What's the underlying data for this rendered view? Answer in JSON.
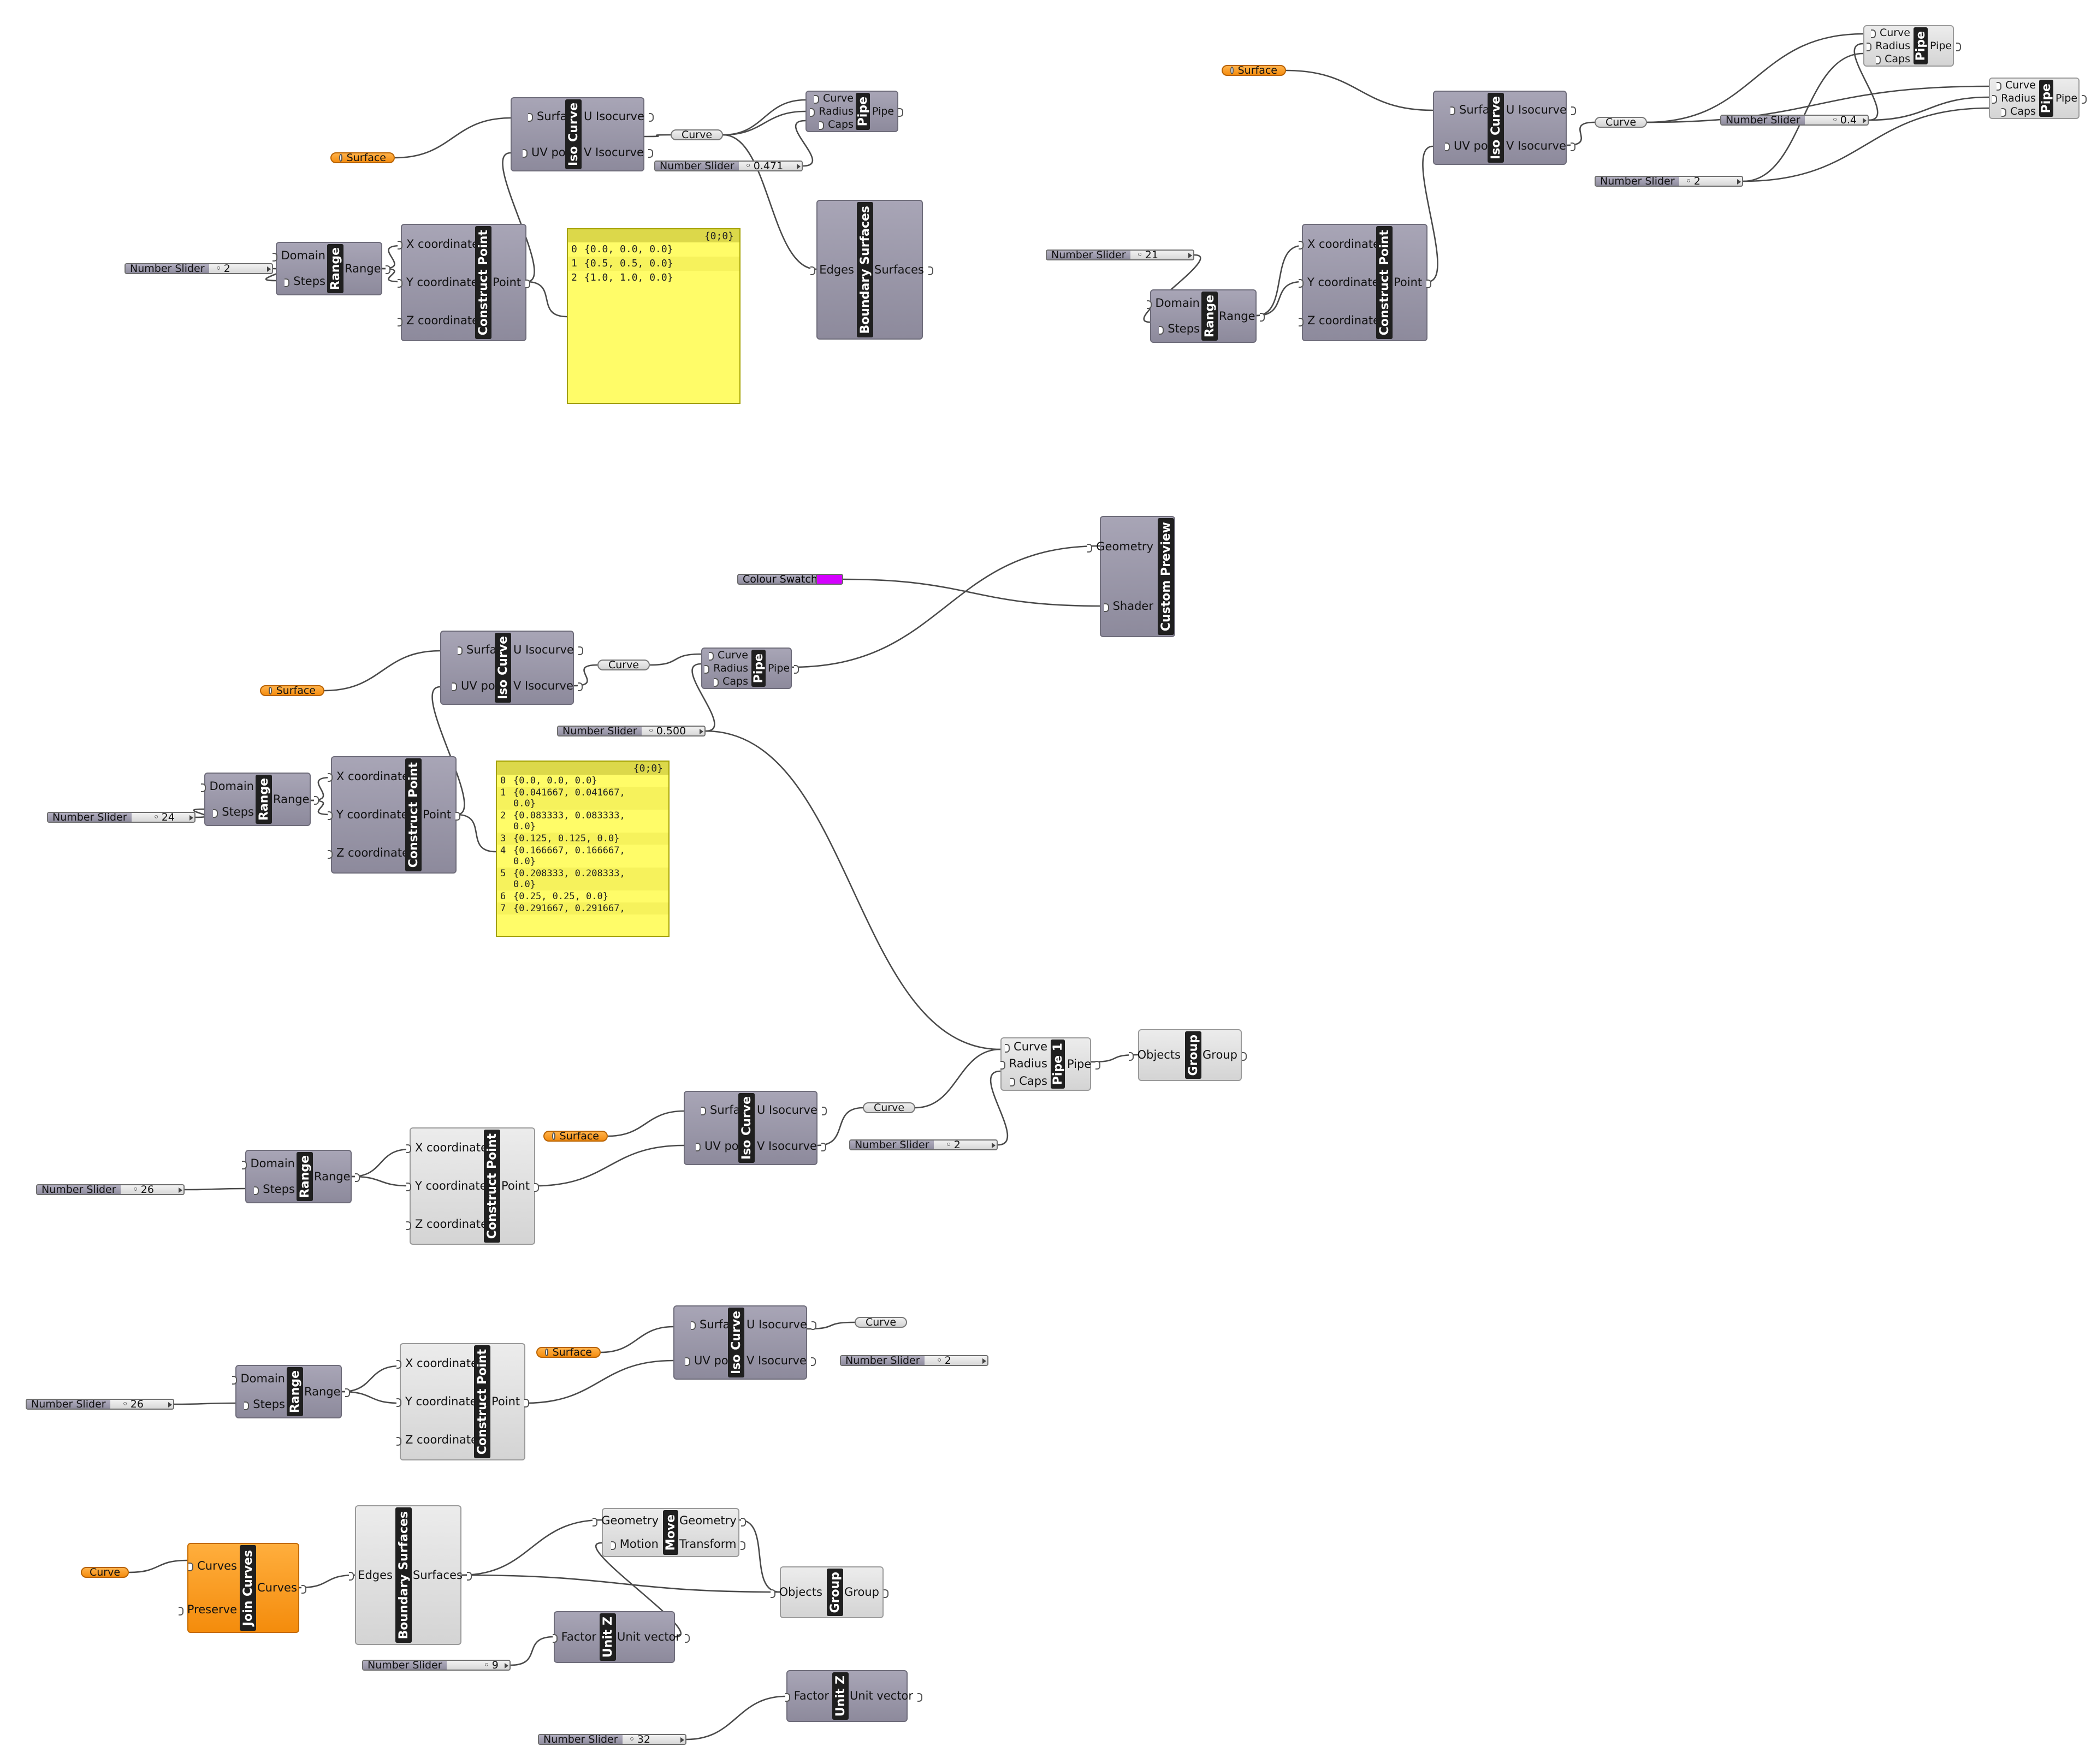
{
  "canvas": {
    "labels": {
      "surface": "Surface",
      "curve": "Curve",
      "number_slider": "Number Slider",
      "colour_swatch": "Colour Swatch"
    },
    "components": [
      {
        "title": "Iso Curve",
        "inputs": [
          "Surface",
          "UV point"
        ],
        "outputs": [
          "U Isocurve",
          "V Isocurve"
        ]
      },
      {
        "title": "Pipe",
        "inputs": [
          "Curve",
          "Radius",
          "Caps"
        ],
        "outputs": [
          "Pipe"
        ]
      },
      {
        "title": "Range",
        "inputs": [
          "Domain",
          "Steps"
        ],
        "outputs": [
          "Range"
        ]
      },
      {
        "title": "Construct Point",
        "inputs": [
          "X coordinate",
          "Y coordinate",
          "Z coordinate"
        ],
        "outputs": [
          "Point"
        ]
      },
      {
        "title": "Boundary Surfaces",
        "inputs": [
          "Edges"
        ],
        "outputs": [
          "Surfaces"
        ]
      },
      {
        "title": "Iso Curve",
        "inputs": [
          "Surface",
          "UV point"
        ],
        "outputs": [
          "U Isocurve",
          "V Isocurve"
        ]
      },
      {
        "title": "Pipe",
        "inputs": [
          "Curve",
          "Radius",
          "Caps"
        ],
        "outputs": [
          "Pipe"
        ]
      },
      {
        "title": "Pipe",
        "inputs": [
          "Curve",
          "Radius",
          "Caps"
        ],
        "outputs": [
          "Pipe"
        ]
      },
      {
        "title": "Range",
        "inputs": [
          "Domain",
          "Steps"
        ],
        "outputs": [
          "Range"
        ]
      },
      {
        "title": "Construct Point",
        "inputs": [
          "X coordinate",
          "Y coordinate",
          "Z coordinate"
        ],
        "outputs": [
          "Point"
        ]
      },
      {
        "title": "Custom Preview",
        "inputs": [
          "Geometry",
          "Shader"
        ],
        "outputs": []
      },
      {
        "title": "Iso Curve",
        "inputs": [
          "Surface",
          "UV point"
        ],
        "outputs": [
          "U Isocurve",
          "V Isocurve"
        ]
      },
      {
        "title": "Pipe",
        "inputs": [
          "Curve",
          "Radius",
          "Caps"
        ],
        "outputs": [
          "Pipe"
        ]
      },
      {
        "title": "Range",
        "inputs": [
          "Domain",
          "Steps"
        ],
        "outputs": [
          "Range"
        ]
      },
      {
        "title": "Construct Point",
        "inputs": [
          "X coordinate",
          "Y coordinate",
          "Z coordinate"
        ],
        "outputs": [
          "Point"
        ]
      },
      {
        "title": "Pipe 1",
        "inputs": [
          "Curve",
          "Radius",
          "Caps"
        ],
        "outputs": [
          "Pipe"
        ]
      },
      {
        "title": "Group",
        "inputs": [
          "Objects"
        ],
        "outputs": [
          "Group"
        ]
      },
      {
        "title": "Range",
        "inputs": [
          "Domain",
          "Steps"
        ],
        "outputs": [
          "Range"
        ]
      },
      {
        "title": "Construct Point",
        "inputs": [
          "X coordinate",
          "Y coordinate",
          "Z coordinate"
        ],
        "outputs": [
          "Point"
        ]
      },
      {
        "title": "Iso Curve",
        "inputs": [
          "Surface",
          "UV point"
        ],
        "outputs": [
          "U Isocurve",
          "V Isocurve"
        ]
      },
      {
        "title": "Range",
        "inputs": [
          "Domain",
          "Steps"
        ],
        "outputs": [
          "Range"
        ]
      },
      {
        "title": "Construct Point",
        "inputs": [
          "X coordinate",
          "Y coordinate",
          "Z coordinate"
        ],
        "outputs": [
          "Point"
        ]
      },
      {
        "title": "Iso Curve",
        "inputs": [
          "Surface",
          "UV point"
        ],
        "outputs": [
          "U Isocurve",
          "V Isocurve"
        ]
      },
      {
        "title": "Join Curves",
        "inputs": [
          "Curves",
          "Preserve"
        ],
        "outputs": [
          "Curves"
        ]
      },
      {
        "title": "Boundary Surfaces",
        "inputs": [
          "Edges"
        ],
        "outputs": [
          "Surfaces"
        ]
      },
      {
        "title": "Move",
        "inputs": [
          "Geometry",
          "Motion"
        ],
        "outputs": [
          "Geometry",
          "Transform"
        ]
      },
      {
        "title": "Group",
        "inputs": [
          "Objects"
        ],
        "outputs": [
          "Group"
        ]
      },
      {
        "title": "Unit Z",
        "inputs": [
          "Factor"
        ],
        "outputs": [
          "Unit vector"
        ]
      },
      {
        "title": "Unit Z",
        "inputs": [
          "Factor"
        ],
        "outputs": [
          "Unit vector"
        ]
      }
    ],
    "sliders": [
      "2",
      "0.471",
      "21",
      "0.4",
      "2",
      "0.500",
      "24",
      "26",
      "2",
      "26",
      "2",
      "9",
      "32"
    ],
    "panels": [
      {
        "header": "{0;0}",
        "rows": [
          {
            "i": "0",
            "t": "{0.0, 0.0, 0.0}"
          },
          {
            "i": "1",
            "t": "{0.5, 0.5, 0.0}"
          },
          {
            "i": "2",
            "t": "{1.0, 1.0, 0.0}"
          }
        ]
      },
      {
        "header": "{0;0}",
        "rows": [
          {
            "i": "0",
            "t": "{0.0, 0.0, 0.0}"
          },
          {
            "i": "1",
            "t": "{0.041667, 0.041667,\n0.0}"
          },
          {
            "i": "2",
            "t": "{0.083333, 0.083333,\n0.0}"
          },
          {
            "i": "3",
            "t": "{0.125, 0.125, 0.0}"
          },
          {
            "i": "4",
            "t": "{0.166667, 0.166667,\n0.0}"
          },
          {
            "i": "5",
            "t": "{0.208333, 0.208333,\n0.0}"
          },
          {
            "i": "6",
            "t": "{0.25, 0.25, 0.0}"
          },
          {
            "i": "7",
            "t": "{0.291667, 0.291667,"
          }
        ]
      }
    ],
    "colors": {
      "wire": "#4a4a4a",
      "swatch": "#d400ff",
      "panel": "#fffc68",
      "orange": "#f59a1c"
    }
  }
}
